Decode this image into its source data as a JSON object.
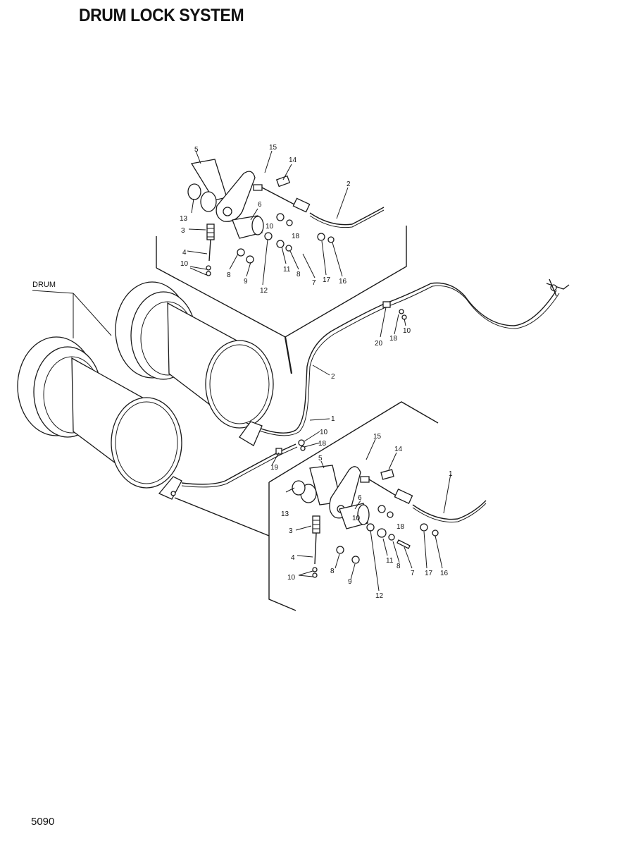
{
  "title": "DRUM LOCK SYSTEM",
  "page_number": "5090",
  "drum_label": "DRUM",
  "callouts": [
    {
      "text": "5"
    },
    {
      "text": "15"
    },
    {
      "text": "14"
    },
    {
      "text": "2"
    },
    {
      "text": "13"
    },
    {
      "text": "6"
    },
    {
      "text": "3"
    },
    {
      "text": "10"
    },
    {
      "text": "18"
    },
    {
      "text": "4"
    },
    {
      "text": "10"
    },
    {
      "text": "8"
    },
    {
      "text": "9"
    },
    {
      "text": "12"
    },
    {
      "text": "11"
    },
    {
      "text": "8"
    },
    {
      "text": "7"
    },
    {
      "text": "17"
    },
    {
      "text": "16"
    },
    {
      "text": "20"
    },
    {
      "text": "18"
    },
    {
      "text": "10"
    },
    {
      "text": "2"
    },
    {
      "text": "1"
    },
    {
      "text": "10"
    },
    {
      "text": "18"
    },
    {
      "text": "19"
    },
    {
      "text": "15"
    },
    {
      "text": "14"
    },
    {
      "text": "5"
    },
    {
      "text": "1"
    },
    {
      "text": "13"
    },
    {
      "text": "6"
    },
    {
      "text": "10"
    },
    {
      "text": "18"
    },
    {
      "text": "3"
    },
    {
      "text": "4"
    },
    {
      "text": "10"
    },
    {
      "text": "8"
    },
    {
      "text": "9"
    },
    {
      "text": "11"
    },
    {
      "text": "8"
    },
    {
      "text": "7"
    },
    {
      "text": "17"
    },
    {
      "text": "16"
    },
    {
      "text": "12"
    }
  ]
}
